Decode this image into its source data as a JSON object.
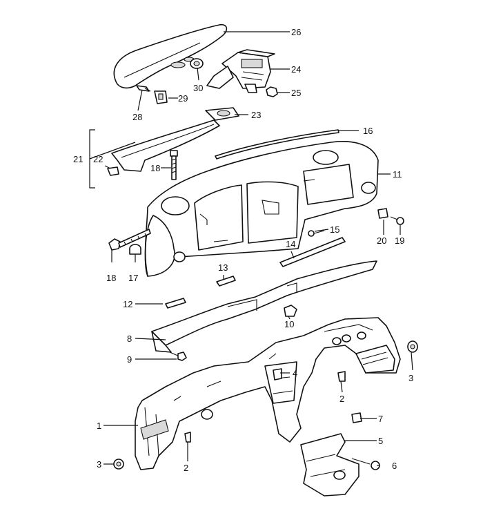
{
  "diagram": {
    "background": "#ffffff",
    "line_color": "#111111",
    "callouts": [
      "26",
      "24",
      "30",
      "25",
      "29",
      "28",
      "23",
      "16",
      "21",
      "22",
      "18",
      "11",
      "15",
      "20",
      "19",
      "18",
      "17",
      "14",
      "13",
      "12",
      "10",
      "8",
      "9",
      "4",
      "3",
      "2",
      "1",
      "7",
      "5",
      "3",
      "6",
      "2"
    ]
  }
}
